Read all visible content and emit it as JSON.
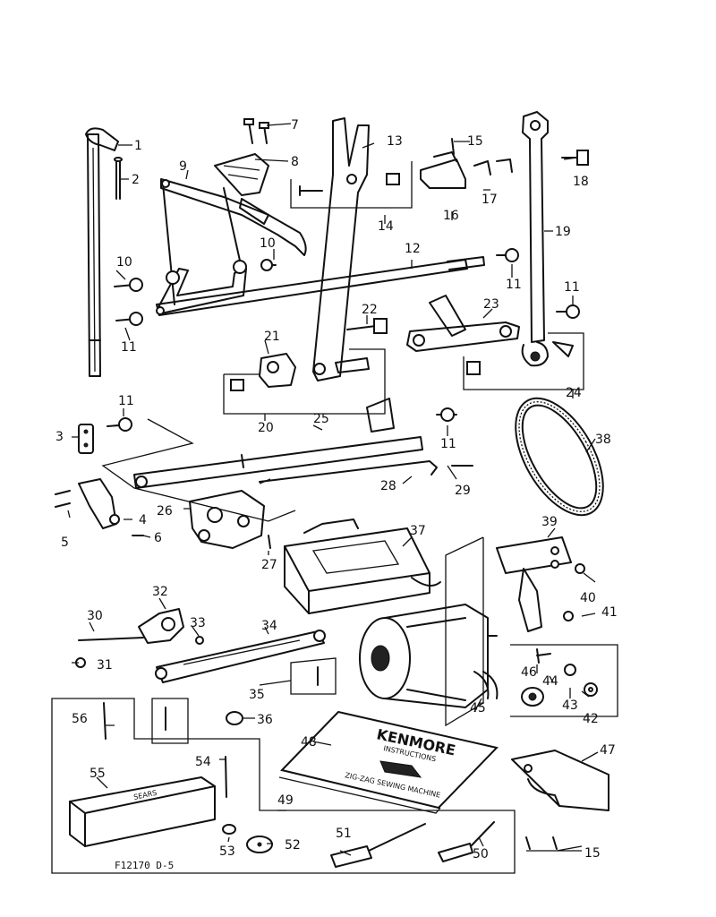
{
  "diagram": {
    "drawing_code": "F12170 D-5",
    "part_numbers": [
      "1",
      "2",
      "3",
      "4",
      "5",
      "6",
      "7",
      "8",
      "9",
      "10",
      "10",
      "11",
      "11",
      "11",
      "11",
      "11",
      "12",
      "13",
      "14",
      "15",
      "15",
      "16",
      "17",
      "18",
      "19",
      "20",
      "21",
      "22",
      "23",
      "24",
      "25",
      "26",
      "27",
      "28",
      "29",
      "30",
      "31",
      "32",
      "33",
      "34",
      "35",
      "36",
      "37",
      "38",
      "39",
      "40",
      "41",
      "42",
      "43",
      "44",
      "45",
      "46",
      "47",
      "48",
      "49",
      "50",
      "51",
      "52",
      "53",
      "54",
      "55",
      "56"
    ],
    "booklet": {
      "brand": "KENMORE",
      "line1": "INSTRUCTIONS",
      "line2": "ZIG-ZAG SEWING MACHINE"
    },
    "box_label": "SEARS"
  }
}
